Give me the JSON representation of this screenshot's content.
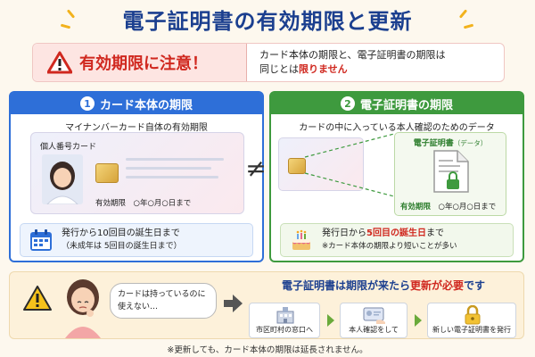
{
  "title": "電子証明書の有効期限と更新",
  "warning": {
    "label": "有効期限に注意！",
    "text_line1": "カード本体の期限と、電子証明書の期限は",
    "text_line2_prefix": "同じとは",
    "text_line2_emph": "限りません"
  },
  "panel1": {
    "number": "1",
    "heading": "カード本体の期限",
    "subtitle": "マイナンバーカード自体の有効期限",
    "card_label": "個人番号カード",
    "expiry_label": "有効期限",
    "expiry_value": "○年○月○日まで",
    "note_line1": "発行から10回目の誕生日まで",
    "note_line2": "（未成年は 5回目の誕生日まで）"
  },
  "panel2": {
    "number": "2",
    "heading": "電子証明書の期限",
    "subtitle": "カードの中に入っている本人確認のためのデータ",
    "doc_title": "電子証明書",
    "doc_title_small": "（データ）",
    "expiry_label": "有効期限",
    "expiry_value": "○年○月○日まで",
    "note_prefix": "発行日から",
    "note_emph": "5回目の誕生日",
    "note_suffix": "まで",
    "note_line2": "※カード本体の期限より短いことが多い"
  },
  "neq_symbol": "≠",
  "bottom": {
    "speech_line1": "カードは持っているのに",
    "speech_line2": "使えない…",
    "headline_prefix": "電子証明書は期限が来たら",
    "headline_emph": "更新が必要",
    "headline_suffix": "です",
    "steps": [
      {
        "label": "市区町村の窓口へ"
      },
      {
        "label": "本人確認をして"
      },
      {
        "label": "新しい電子証明書を発行"
      }
    ]
  },
  "footnote": "※更新しても、カード本体の期限は延長されません。",
  "colors": {
    "navy": "#1b3f8f",
    "red": "#d0281f",
    "blue": "#2e6fd8",
    "green": "#3e9a3e"
  }
}
